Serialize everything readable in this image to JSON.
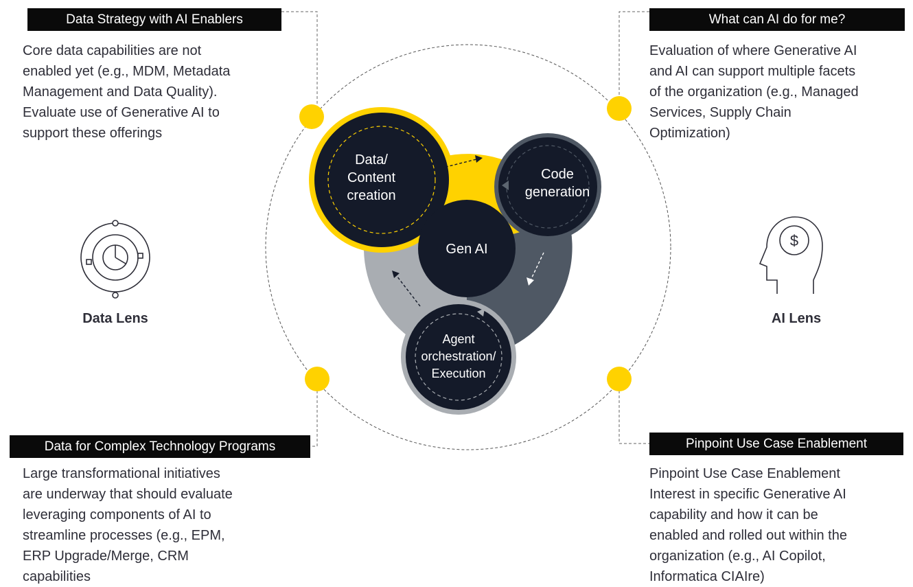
{
  "quadrants": {
    "top_left": {
      "title": "Data Strategy with AI Enablers",
      "lines": [
        "Core data capabilities are not",
        "enabled yet (e.g., MDM, Metadata",
        "Management and Data Quality).",
        "Evaluate use of Generative AI to",
        "support these offerings"
      ]
    },
    "top_right": {
      "title": "What can AI do for me?",
      "lines": [
        "Evaluation of where Generative AI",
        "and AI can support multiple facets",
        "of the organization (e.g., Managed",
        "Services, Supply Chain",
        "Optimization)"
      ]
    },
    "bottom_left": {
      "title": "Data for Complex Technology Programs",
      "lines": [
        "Large transformational initiatives",
        "are underway that should evaluate",
        "leveraging components of AI to",
        "streamline processes (e.g., EPM,",
        "ERP Upgrade/Merge, CRM",
        "capabilities"
      ]
    },
    "bottom_right": {
      "title": "Pinpoint Use Case Enablement",
      "lines": [
        "Pinpoint Use Case Enablement",
        "Interest in specific Generative AI",
        "capability and how it can be",
        "enabled and rolled out within the",
        "organization (e.g., AI Copilot,",
        "Informatica CIAIre)"
      ]
    }
  },
  "lenses": {
    "left": {
      "label": "Data Lens",
      "icon": "data-lens-icon"
    },
    "right": {
      "label": "AI Lens",
      "icon": "ai-lens-icon"
    }
  },
  "center": {
    "core": "Gen AI",
    "data_circle": [
      "Data/",
      "Content",
      "creation"
    ],
    "code_circle": [
      "Code",
      "generation"
    ],
    "agent_circle": [
      "Agent",
      "orchestration/",
      "Execution"
    ]
  },
  "colors": {
    "yellow": "#ffd200",
    "navy": "#141a29",
    "gray_light": "#a9adb2",
    "gray_dark": "#4f5864",
    "tag_bg": "#0a0a0a"
  }
}
